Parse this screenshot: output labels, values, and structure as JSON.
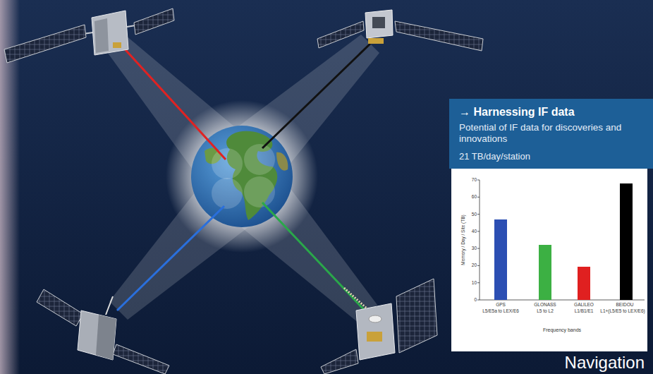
{
  "diagram": {
    "nodes": [
      {
        "text": [
          "→ Harnessing IF data",
          "Potential of IF data for discoveries and innovations",
          "21 TB/day/station"
        ]
      }
    ],
    "labels": [
      "70",
      "60",
      "50",
      "40",
      "30",
      "20",
      "10",
      "0",
      "Memory / Day / Site (TB)",
      "GPS",
      "L5/E5a to LEX/E6",
      "GLONASS",
      "L5 to L2",
      "GALILEO",
      "L1/B1/E1",
      "BEIDOU",
      "L1+(L5/E5 to LEX/E6)",
      "Frequency bands",
      "Navigation"
    ]
  }
}
